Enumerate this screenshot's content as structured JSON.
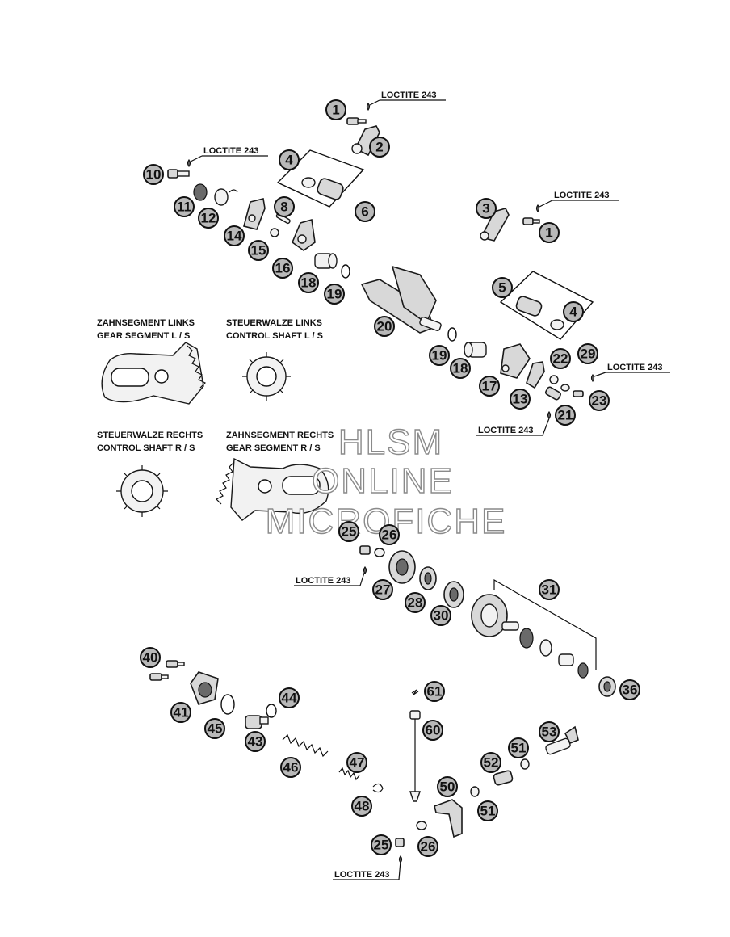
{
  "loctite": {
    "text": "LOCTITE 243"
  },
  "segment_labels": {
    "gear_left_de": "ZAHNSEGMENT LINKS",
    "gear_left_en": "GEAR SEGMENT L / S",
    "shaft_left_de": "STEUERWALZE LINKS",
    "shaft_left_en": "CONTROL SHAFT L / S",
    "shaft_right_de": "STEUERWALZE RECHTS",
    "shaft_right_en": "CONTROL SHAFT R / S",
    "gear_right_de": "ZAHNSEGMENT RECHTS",
    "gear_right_en": "GEAR SEGMENT R / S"
  },
  "watermark": {
    "line1": "HLSM",
    "line2": "ONLINE",
    "line3": "MICROFICHE"
  },
  "callouts": {
    "c1a": "1",
    "c2": "2",
    "c4a": "4",
    "c6": "6",
    "c10": "10",
    "c11": "11",
    "c12": "12",
    "c14": "14",
    "c8": "8",
    "c15": "15",
    "c16": "16",
    "c18a": "18",
    "c19a": "19",
    "c3": "3",
    "c1b": "1",
    "c5": "5",
    "c4b": "4",
    "c20": "20",
    "c19b": "19",
    "c18b": "18",
    "c17": "17",
    "c13": "13",
    "c22": "22",
    "c29": "29",
    "c23": "23",
    "c21": "21",
    "c25a": "25",
    "c26a": "26",
    "c27": "27",
    "c28": "28",
    "c30": "30",
    "c31": "31",
    "c36": "36",
    "c40": "40",
    "c41": "41",
    "c45": "45",
    "c44": "44",
    "c43": "43",
    "c46": "46",
    "c47": "47",
    "c48": "48",
    "c61": "61",
    "c60": "60",
    "c53": "53",
    "c51a": "51",
    "c52": "52",
    "c50": "50",
    "c51b": "51",
    "c25b": "25",
    "c26b": "26"
  }
}
